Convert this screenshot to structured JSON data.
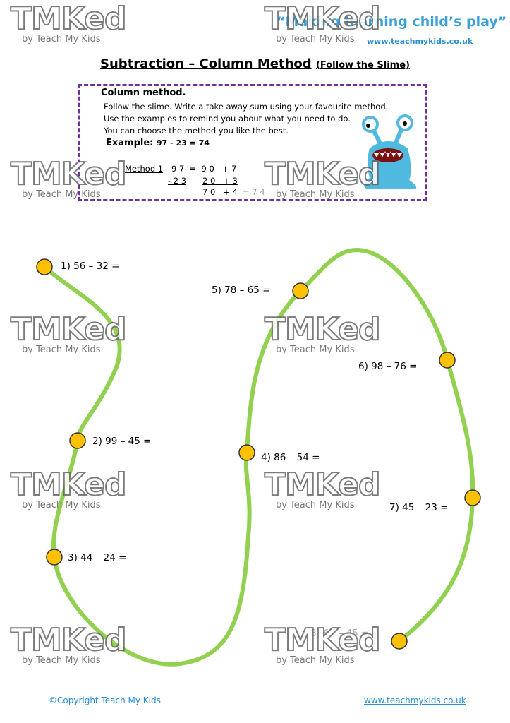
{
  "header": {
    "tagline": "“Making learning child’s play”",
    "website": "www.teachmykids.co.uk"
  },
  "watermark": {
    "logo": "TMKed",
    "sub": "by Teach My Kids"
  },
  "title": {
    "main": "Subtraction – Column Method",
    "sub": "(Follow the Slime)"
  },
  "instructions": {
    "heading": "Column method.",
    "lines": [
      "Follow the slime.  Write a take away sum using your favourite method.",
      "Use the examples to remind you about what you need to do.",
      "You can choose the method you like the best."
    ],
    "example_label": "Example:",
    "example_sum": "97 - 23 = 74",
    "method1": {
      "label": "Method 1",
      "row1": "9 7  =  9 0   + 7",
      "row2a": "- 2 3",
      "row2b": "2 0   + 3",
      "row3": "7 0   + 4",
      "row3_result": "= 7 4"
    }
  },
  "questions": [
    "1) 56 – 32 =",
    "2) 99 – 45 =",
    "3) 44 – 24 =",
    "4) 86 – 54 =",
    "5) 78 – 65 =",
    "6) 98 – 76 =",
    "7) 45 – 23 =",
    "8) 67 – 45 ="
  ],
  "colors": {
    "slime": "#92d050",
    "dot": "#ffc000",
    "border": "#7030a0",
    "link": "#2a8fd0"
  },
  "footer": {
    "copyright": "©Copyright Teach My Kids",
    "website": "www.teachmykids.co.uk"
  }
}
